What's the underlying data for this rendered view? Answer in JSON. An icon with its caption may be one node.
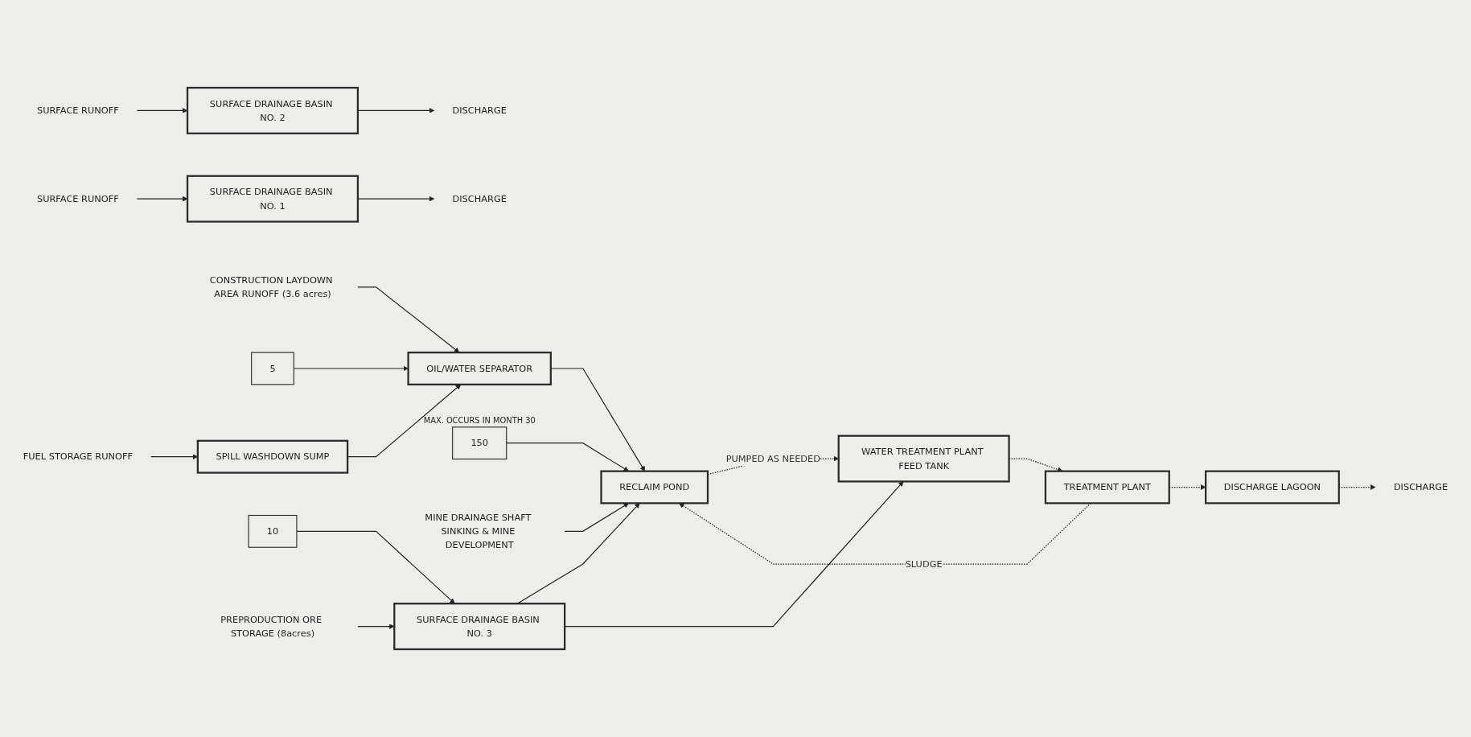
{
  "diagram": {
    "nodes": [
      {
        "text": [
          "SURFACE RUNOFF"
        ]
      },
      {
        "text": [
          "SURFACE DRAINAGE BASIN NO. 2"
        ]
      },
      {
        "text": [
          "DISCHARGE"
        ]
      },
      {
        "text": [
          "SURFACE RUNOFF"
        ]
      },
      {
        "text": [
          "SURFACE DRAINAGE BASIN NO. 1"
        ]
      },
      {
        "text": [
          "DISCHARGE"
        ]
      },
      {
        "text": [
          "CONSTRUCTION LAYDOWN AREA RUNOFF (3.6 acres)"
        ]
      },
      {
        "text": [
          "5"
        ]
      },
      {
        "text": [
          "OIL/WATER SEPARATOR"
        ]
      },
      {
        "text": [
          "FUEL STORAGE RUNOFF"
        ]
      },
      {
        "text": [
          "SPILL WASHDOWN SUMP"
        ]
      },
      {
        "text": [
          "150"
        ],
        "beside": [
          "MAX. OCCURS IN MONTH 30"
        ]
      },
      {
        "text": [
          "MINE DRAINAGE SHAFT SINKING & MINE DEVELOPMENT"
        ]
      },
      {
        "text": [
          "RECLAIM POND"
        ]
      },
      {
        "text": [
          "10"
        ]
      },
      {
        "text": [
          "PREPRODUCTION ORE STORAGE (8acres)"
        ]
      },
      {
        "text": [
          "SURFACE DRAINAGE BASIN NO. 3"
        ]
      },
      {
        "text": [
          "WATER TREATMENT PLANT FEED TANK"
        ]
      },
      {
        "text": [
          "TREATMENT PLANT"
        ]
      },
      {
        "text": [
          "DISCHARGE LAGOON"
        ]
      },
      {
        "text": [
          "DISCHARGE"
        ]
      }
    ],
    "edges": [
      {
        "from": 0,
        "to": 1,
        "arrow": "to"
      },
      {
        "from": 1,
        "to": 2,
        "arrow": "to"
      },
      {
        "from": 3,
        "to": 4,
        "arrow": "to"
      },
      {
        "from": 4,
        "to": 5,
        "arrow": "to"
      },
      {
        "from": 6,
        "to": 8,
        "arrow": "to"
      },
      {
        "from": 7,
        "to": 8,
        "arrow": "to"
      },
      {
        "from": 9,
        "to": 10,
        "arrow": "to"
      },
      {
        "from": 10,
        "to": 8,
        "arrow": "to"
      },
      {
        "from": 8,
        "to": 13,
        "arrow": "to"
      },
      {
        "from": 12,
        "to": 13,
        "arrow": "to"
      },
      {
        "from": 11,
        "to": 13,
        "arrow": "to"
      },
      {
        "from": 14,
        "to": 16,
        "arrow": "to"
      },
      {
        "from": 15,
        "to": 16,
        "arrow": "to"
      },
      {
        "from": 16,
        "to": 13,
        "arrow": "to"
      },
      {
        "from": 16,
        "to": 17,
        "arrow": "to"
      },
      {
        "from": 13,
        "to": 17,
        "arrow": "to",
        "label": "PUMPED AS NEEDED",
        "style": "dashed"
      },
      {
        "from": 17,
        "to": 18,
        "arrow": "to",
        "style": "dashed"
      },
      {
        "from": 18,
        "to": 19,
        "arrow": "to",
        "style": "dashed"
      },
      {
        "from": 19,
        "to": 20,
        "arrow": "to",
        "style": "dashed"
      },
      {
        "from": 18,
        "to": 13,
        "arrow": "to",
        "label": "SLUDGE",
        "style": "dashed"
      }
    ]
  }
}
